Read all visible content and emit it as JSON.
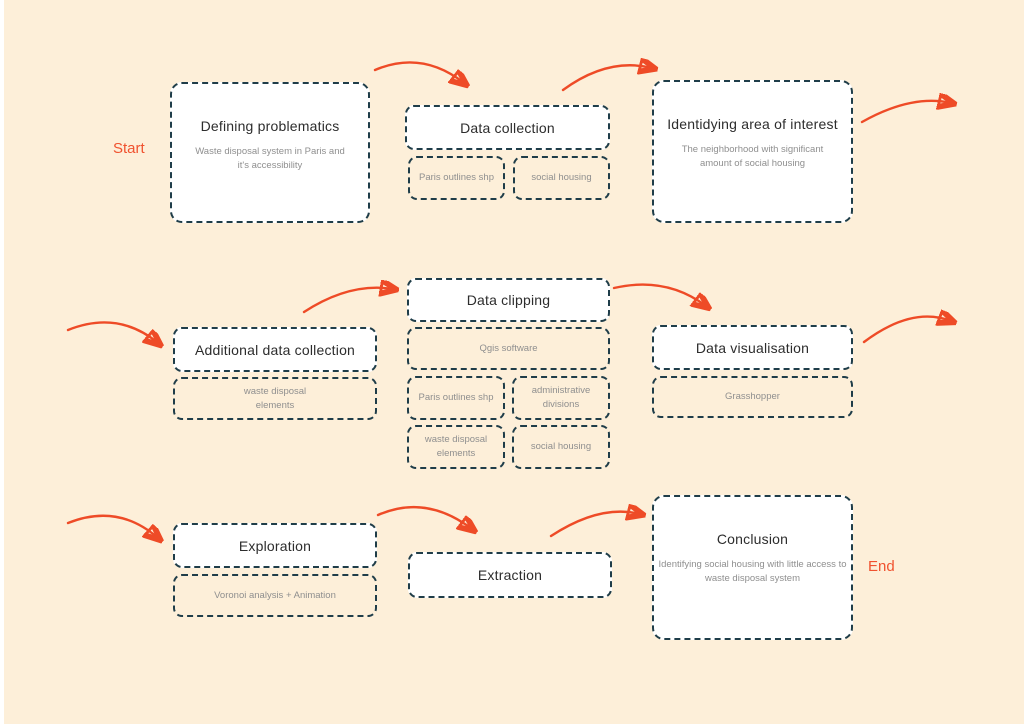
{
  "labels": {
    "start": "Start",
    "end": "End"
  },
  "colors": {
    "background": "#FDEFD9",
    "box_border": "#1F3D49",
    "box_fill": "#FFFFFF",
    "title_text": "#2D2D2D",
    "sub_text": "#8F8F8F",
    "arrow": "#EE4B27",
    "flow_label": "#F0522F"
  },
  "nodes": {
    "defining_problematics": {
      "title": "Defining problematics",
      "subtitle": "Waste disposal system in Paris and it's accessibility"
    },
    "data_collection": {
      "title": "Data collection",
      "items": [
        "Paris outlines shp",
        "social housing"
      ]
    },
    "identifying_area": {
      "title": "Identidying area of interest",
      "subtitle": "The neighborhood with significant amount of social housing"
    },
    "additional_data_collection": {
      "title": "Additional data collection",
      "items": [
        "waste disposal elements"
      ]
    },
    "data_clipping": {
      "title": "Data clipping",
      "items": [
        "Qgis software",
        "Paris outlines shp",
        "administrative divisions",
        "waste disposal elements",
        "social housing"
      ]
    },
    "data_visualisation": {
      "title": "Data visualisation",
      "items": [
        "Grasshopper"
      ]
    },
    "exploration": {
      "title": "Exploration",
      "items": [
        "Voronoi analysis + Animation"
      ]
    },
    "extraction": {
      "title": "Extraction"
    },
    "conclusion": {
      "title": "Conclusion",
      "subtitle": "Identifying social housing with little access to waste disposal system"
    }
  }
}
